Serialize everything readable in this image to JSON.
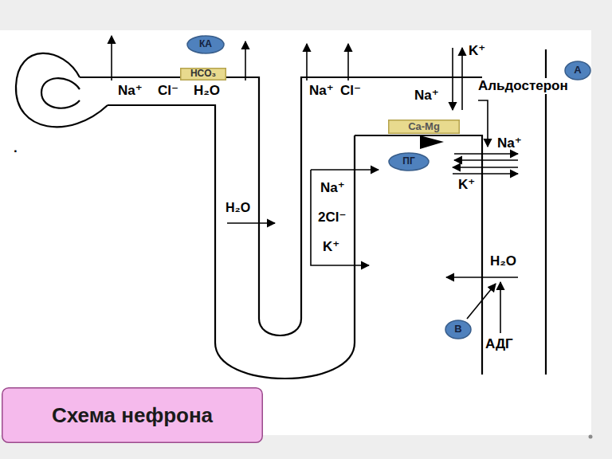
{
  "diagram": {
    "nodes": [
      {
        "text": [
          "КА"
        ]
      },
      {
        "text": [
          "HCO₃"
        ]
      },
      {
        "text": [
          "Ca-Mg"
        ]
      },
      {
        "text": [
          "ПГ"
        ]
      },
      {
        "text": [
          "А"
        ]
      },
      {
        "text": [
          "В"
        ]
      },
      {
        "text": [
          "Схема нефрона"
        ]
      }
    ],
    "labels": [
      "Na⁺",
      "Cl⁻",
      "H₂O",
      "Na⁺",
      "Cl⁻",
      "K⁺",
      "Na⁺",
      "Альдостерон",
      "Na⁺",
      "K⁺",
      "Na⁺",
      "2Cl⁻",
      "K⁺",
      "H₂O",
      "H₂O",
      "АДГ",
      "."
    ]
  }
}
